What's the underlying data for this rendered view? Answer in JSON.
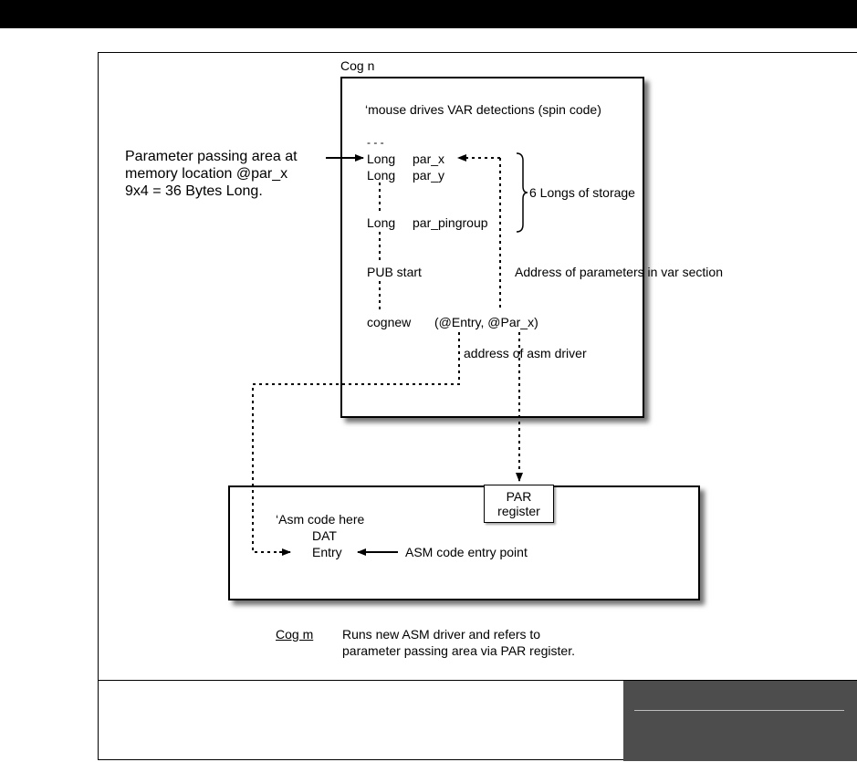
{
  "cog_n": {
    "title": "Cog n",
    "comment": "‘mouse drives VAR detections (spin code)",
    "ellipsis": "- - -",
    "vars": [
      {
        "type": "Long",
        "name": "par_x"
      },
      {
        "type": "Long",
        "name": "par_y"
      },
      {
        "type": "Long",
        "name": "par_pingroup"
      }
    ],
    "brace_label": "6 Longs of storage",
    "pub": "PUB start",
    "address_params": "Address of parameters in var section",
    "cognew": "cognew",
    "cognew_args": "(@Entry, @Par_x)",
    "address_asm": "address of asm driver"
  },
  "left_note": {
    "line1": "Parameter passing area at",
    "line2": "memory location @par_x",
    "line3": "9x4 = 36 Bytes Long."
  },
  "par_register": {
    "line1": "PAR",
    "line2": "register"
  },
  "cog_m": {
    "comment": "‘Asm code here",
    "dat": "DAT",
    "entry": "Entry",
    "entry_note": "ASM code entry point"
  },
  "caption": {
    "label": "Cog m",
    "line1": "Runs new ASM driver and refers to",
    "line2": "parameter passing area via PAR register."
  }
}
